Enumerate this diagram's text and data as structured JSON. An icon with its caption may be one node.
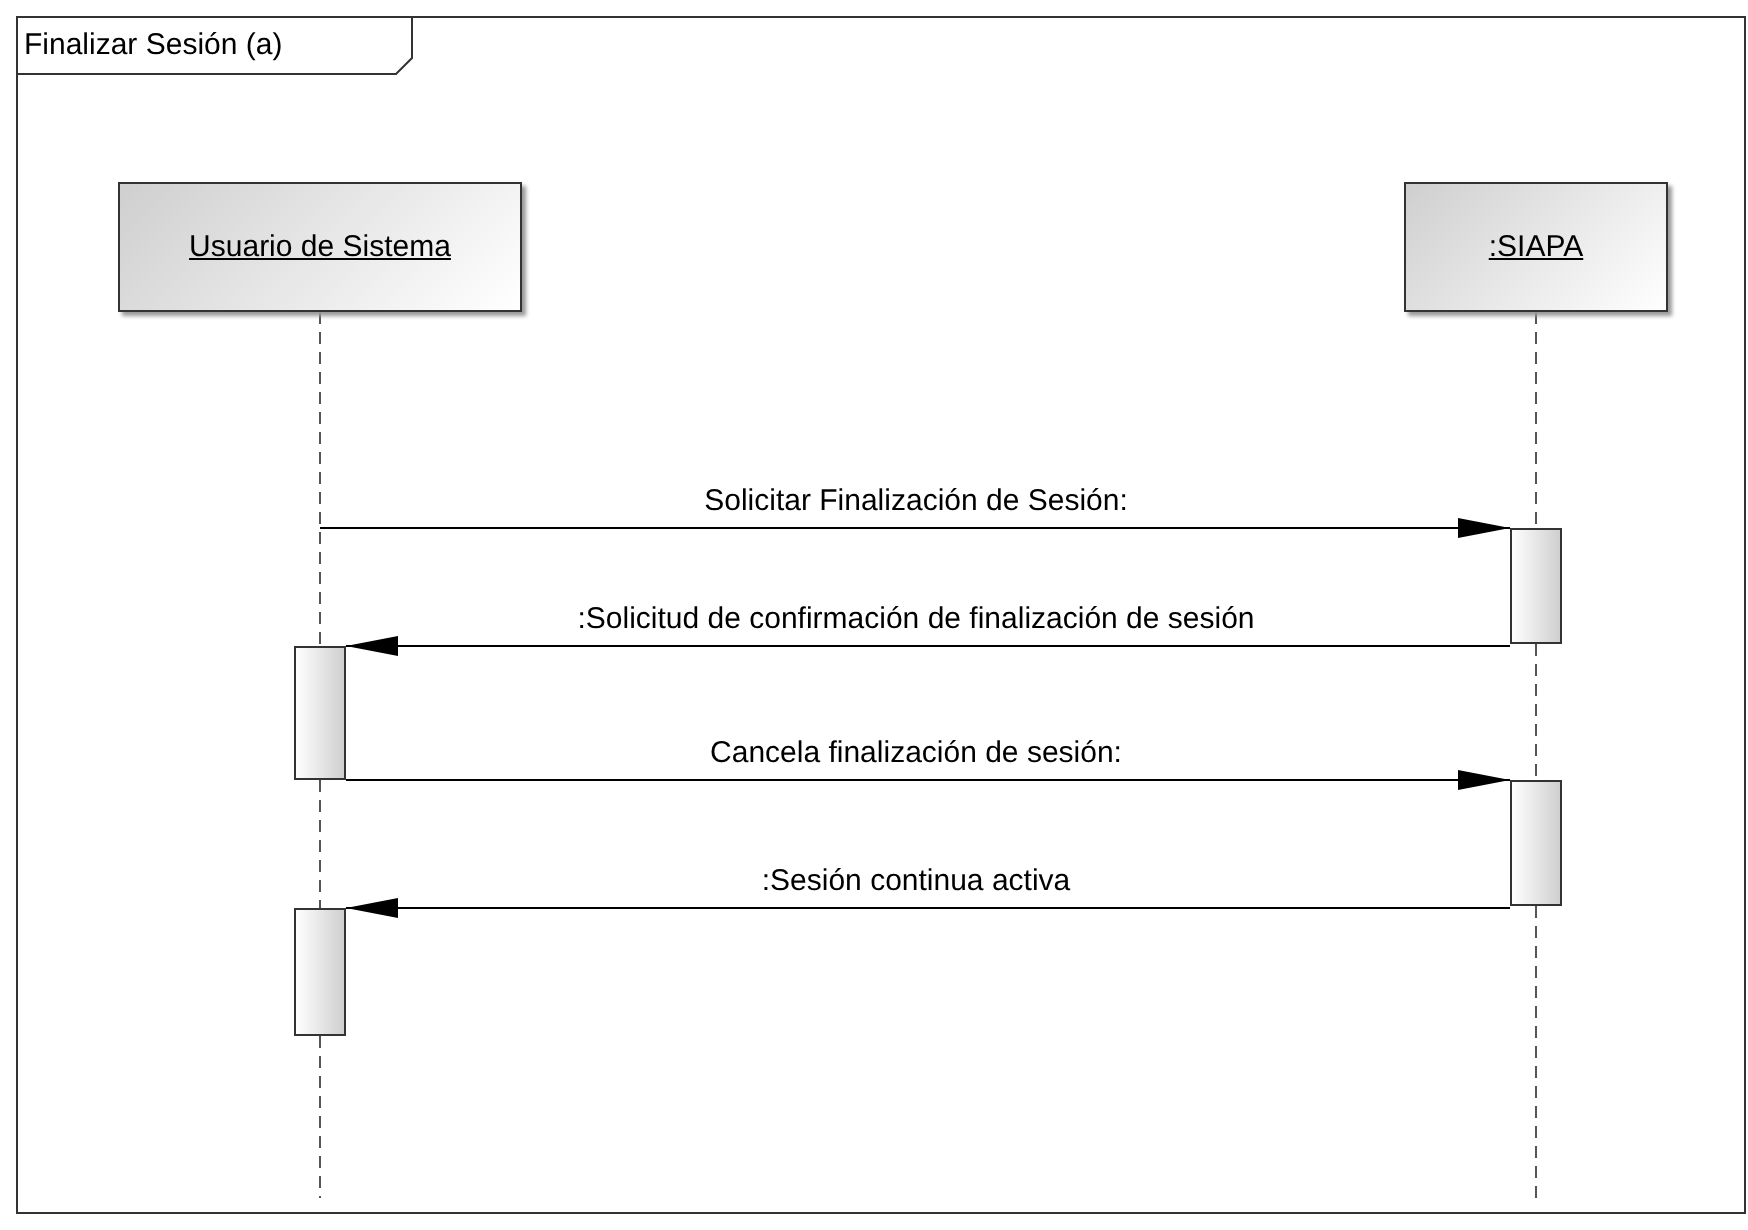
{
  "diagram": {
    "nodes": [
      {
        "text": [
          "Finalizar Sesión (a)"
        ]
      },
      {
        "text": [
          "Usuario de Sistema"
        ],
        "in": 0
      },
      {
        "text": [
          ":SIAPA"
        ],
        "in": 0
      },
      {
        "text": [],
        "shape": "bar",
        "in": 0
      },
      {
        "text": [],
        "shape": "bar",
        "in": 0
      },
      {
        "text": [],
        "shape": "bar",
        "in": 0
      },
      {
        "text": [],
        "shape": "bar",
        "in": 0
      }
    ],
    "edges": [
      {
        "from": 1,
        "to": 4,
        "arrow": "none",
        "style": "dashed"
      },
      {
        "from": 4,
        "to": 6,
        "arrow": "none",
        "style": "dashed"
      },
      {
        "from": 6,
        "to": null,
        "arrow": "none",
        "style": "dashed"
      },
      {
        "from": 2,
        "to": 3,
        "arrow": "none",
        "style": "dashed"
      },
      {
        "from": 3,
        "to": 5,
        "arrow": "none",
        "style": "dashed"
      },
      {
        "from": 5,
        "to": null,
        "arrow": "none",
        "style": "dashed"
      },
      {
        "from": null,
        "to": 3,
        "arrow": "to",
        "label": "Solicitar Finalización de Sesión:"
      },
      {
        "from": 3,
        "to": 4,
        "arrow": "to",
        "label": ":Solicitud de confirmación de finalización de sesión"
      },
      {
        "from": 4,
        "to": 5,
        "arrow": "to",
        "label": "Cancela finalización de sesión:"
      },
      {
        "from": 5,
        "to": 6,
        "arrow": "to",
        "label": ":Sesión continua activa"
      }
    ]
  }
}
